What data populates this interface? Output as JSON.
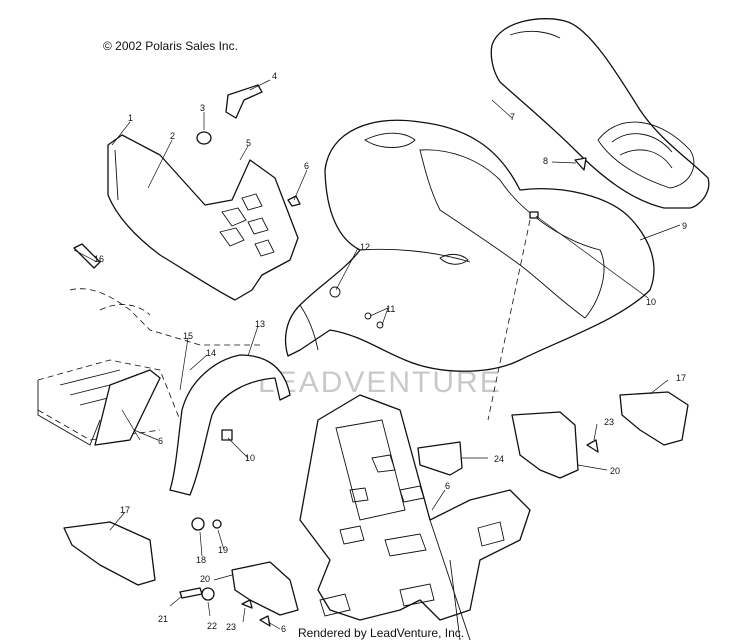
{
  "header": {
    "copyright": "© 2002 Polaris Sales Inc."
  },
  "footer": {
    "rendered_by": "Rendered by LeadVenture, Inc."
  },
  "watermark": {
    "text": "LEADVENTURE"
  },
  "callouts": {
    "c1": "1",
    "c2": "2",
    "c3": "3",
    "c4": "4",
    "c5": "5",
    "c6a": "6",
    "c6b": "6",
    "c6c": "6",
    "c6d": "6",
    "c7": "7",
    "c8": "8",
    "c9": "9",
    "c10a": "10",
    "c10b": "10",
    "c11": "11",
    "c12": "12",
    "c13": "13",
    "c14": "14",
    "c15": "15",
    "c16": "16",
    "c17a": "17",
    "c17b": "17",
    "c18": "18",
    "c19": "19",
    "c20a": "20",
    "c20b": "20",
    "c21": "21",
    "c22": "22",
    "c23a": "23",
    "c23b": "23",
    "c24": "24"
  }
}
